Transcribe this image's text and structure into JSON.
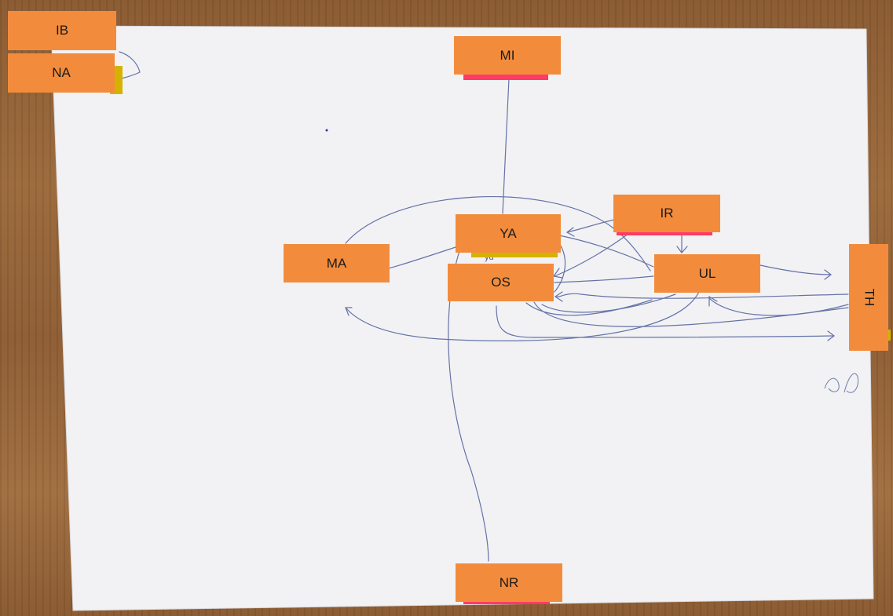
{
  "colors": {
    "note": "#f28c3c",
    "paper": "#f2f2f4",
    "ink": "#5a6aa0",
    "pink_flag": "#ff3a66",
    "yellow_flag": "#d6b200"
  },
  "nodes": {
    "ib": "IB",
    "na": "NA",
    "mi": "MI",
    "ya": "YA",
    "ir": "IR",
    "ma": "MA",
    "os": "OS",
    "ul": "UL",
    "th": "TH",
    "nr": "NR"
  },
  "handwriting": {
    "under_ya": "yd"
  }
}
